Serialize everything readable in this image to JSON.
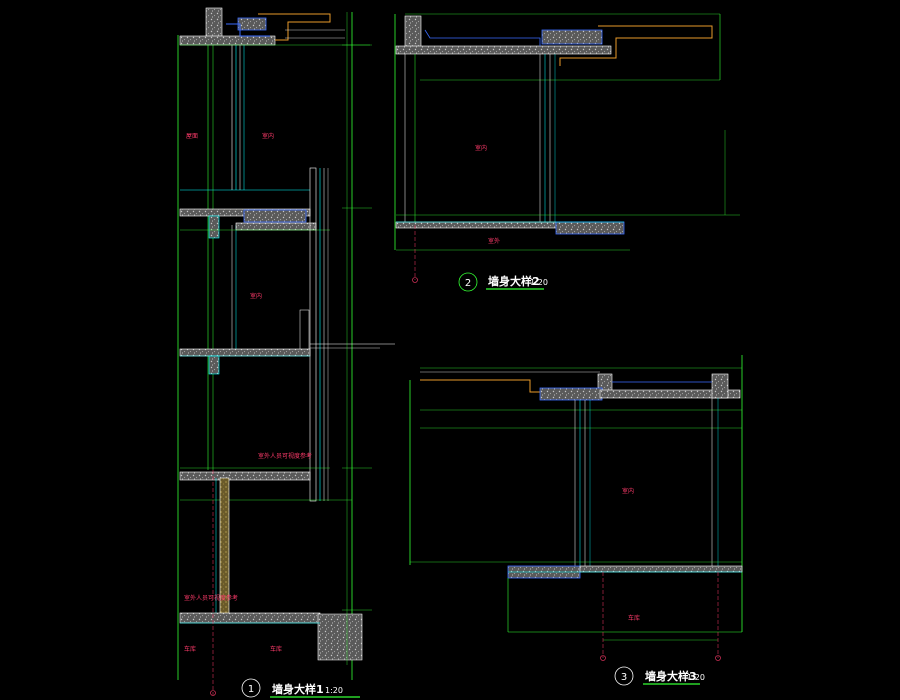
{
  "labels": {
    "d1_top_left": "屋面",
    "d1_top_right": "室内",
    "d1_mid": "室内",
    "d1_note1": "室外人员可视度参考",
    "d1_note2": "室外人员可视度参考",
    "d1_bottom_left": "车库",
    "d1_bottom_right": "车库",
    "d2_room": "室内",
    "d2_below": "室外",
    "d3_room": "室内",
    "d3_below": "车库"
  },
  "details": [
    {
      "number": "1",
      "title": "墙身大样1",
      "scale": "1:20"
    },
    {
      "number": "2",
      "title": "墙身大样2",
      "scale": "1:20"
    },
    {
      "number": "3",
      "title": "墙身大样3",
      "scale": "1:20"
    }
  ],
  "colors": {
    "green": "#33ff33",
    "cyan": "#00ffff",
    "white": "#ffffff",
    "yellow": "#ffff00",
    "orange": "#e89a2a",
    "blue": "#3a6cff",
    "red": "#ff3b6b",
    "concrete": "#8a8a8a"
  }
}
